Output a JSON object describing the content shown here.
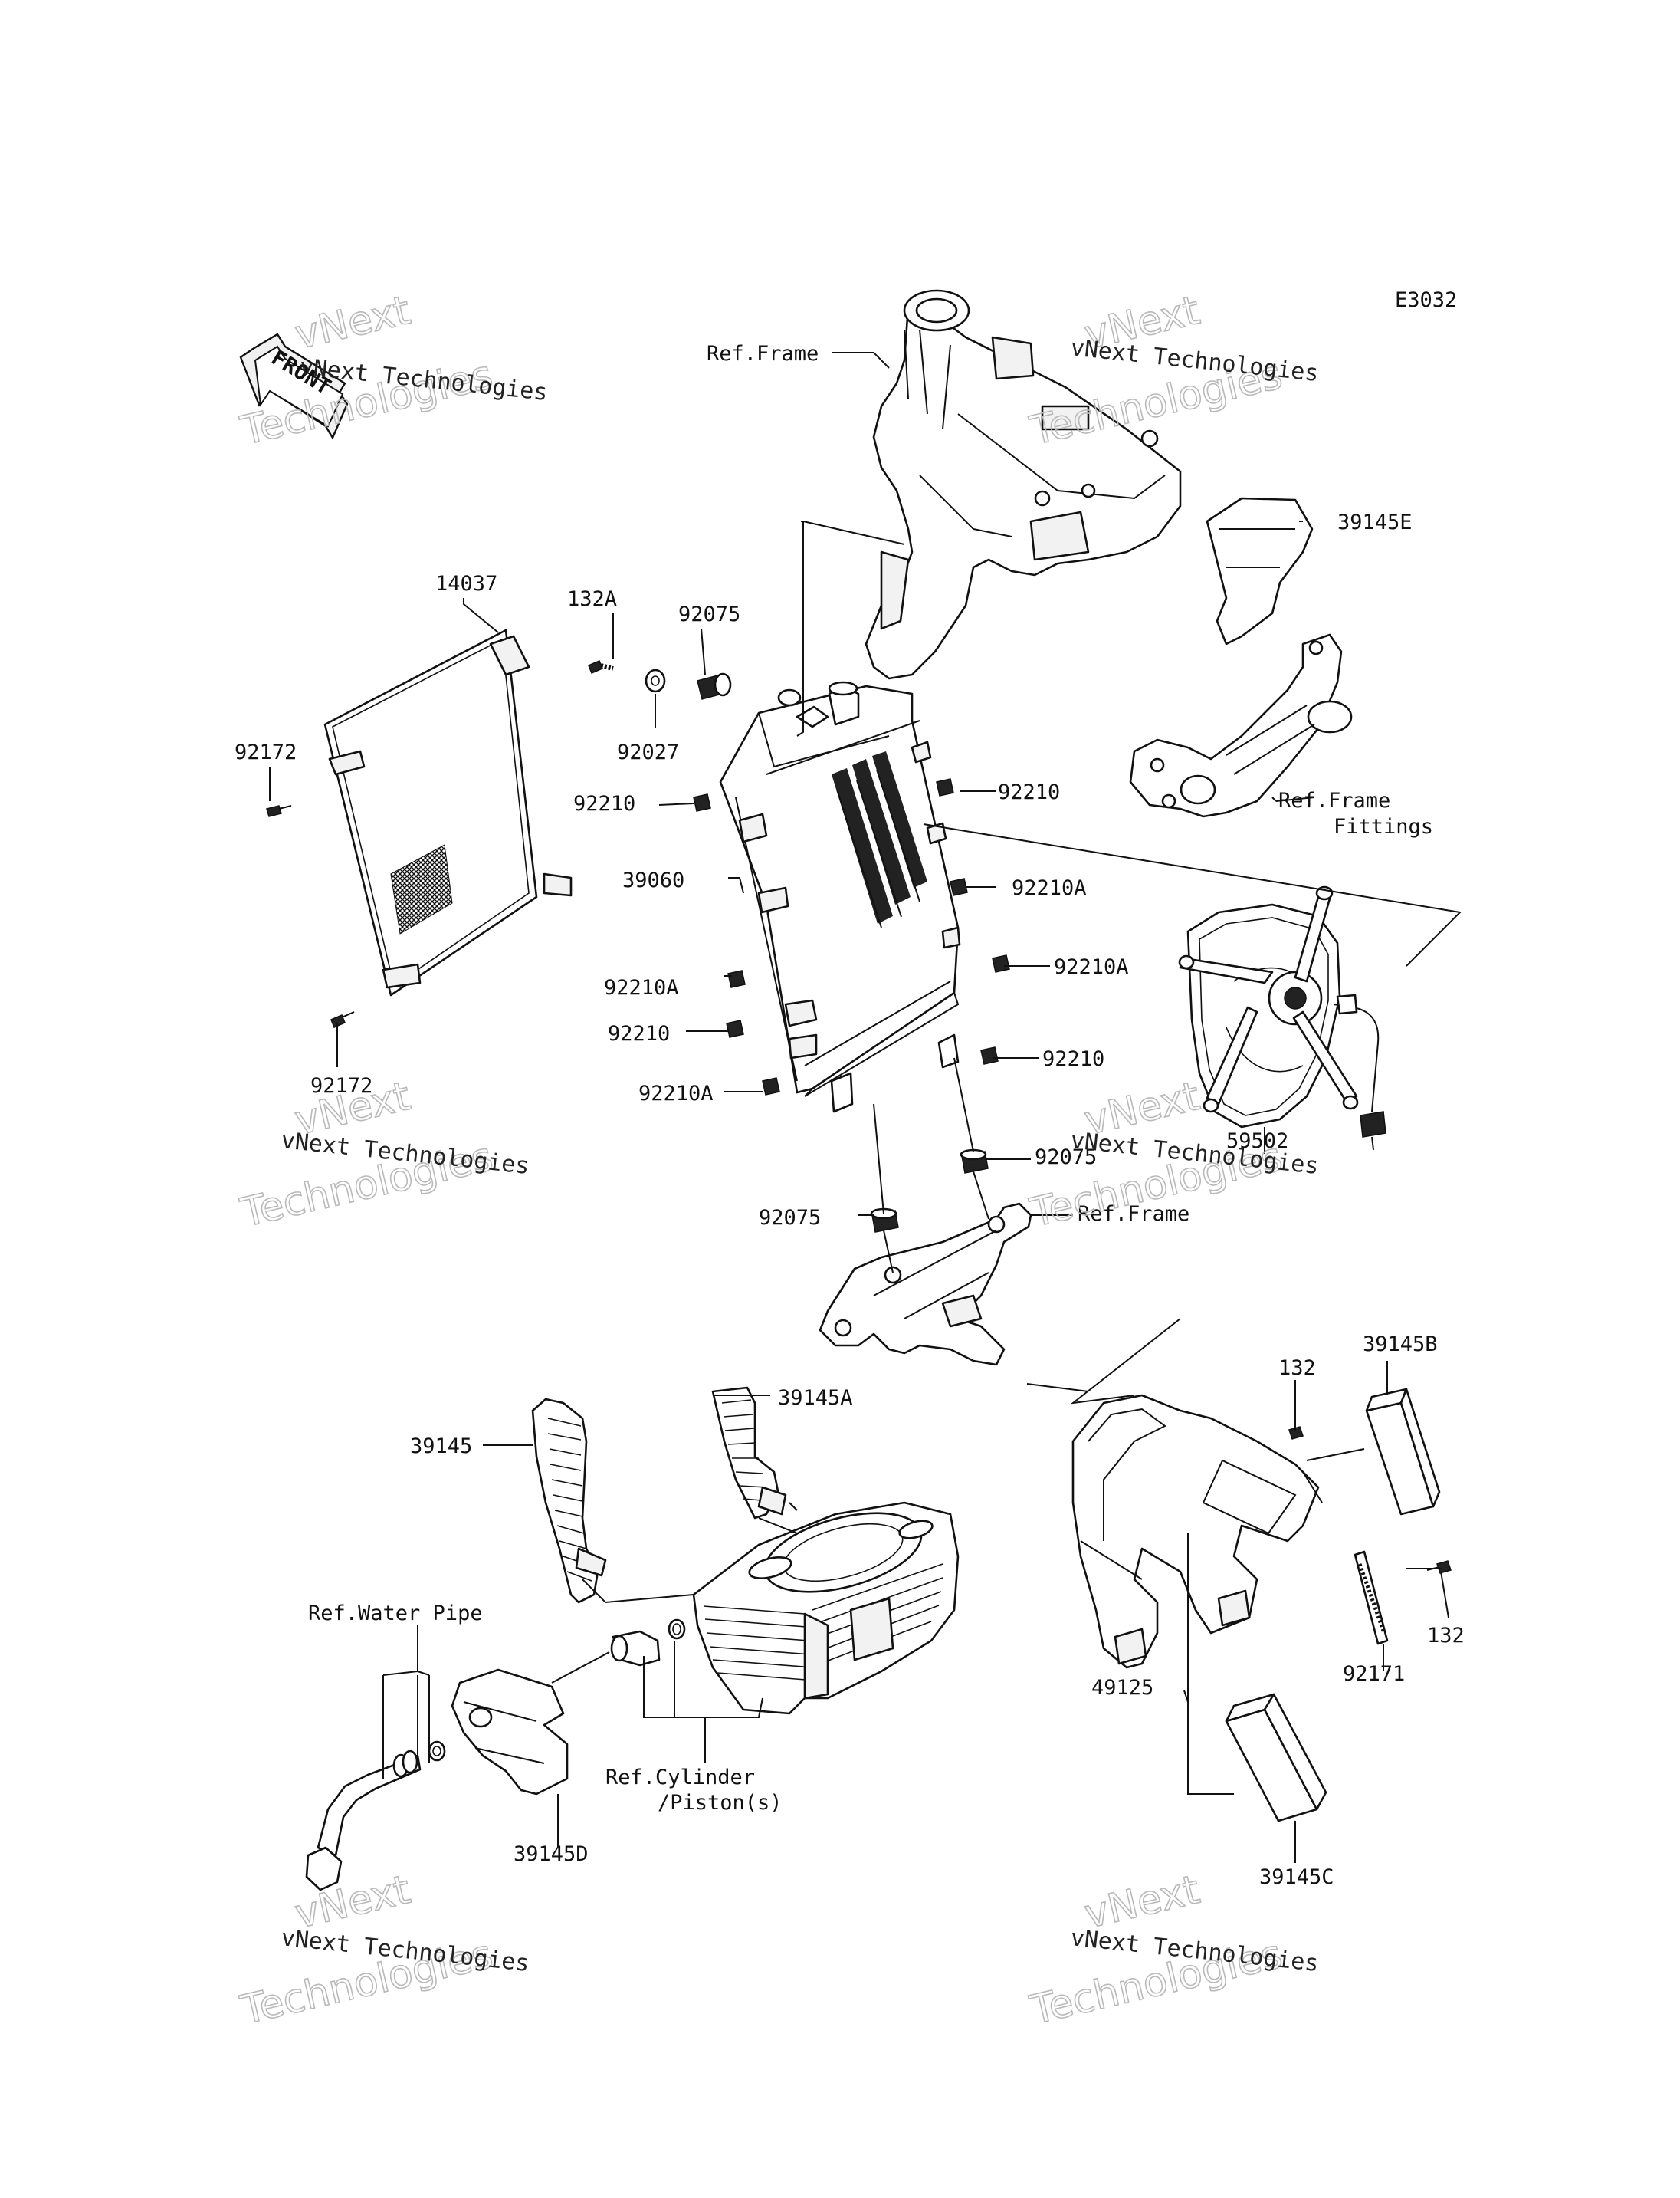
{
  "diagram_code": "E3032",
  "front_arrow": "FRONT",
  "watermark": {
    "line1": "vNext Technologies",
    "line2": "vNext",
    "line3": "Technologies"
  },
  "labels": {
    "ref_frame_top": "Ref.Frame",
    "p39145E": "39145E",
    "p14037": "14037",
    "p132A": "132A",
    "p92075_top": "92075",
    "p92027": "92027",
    "p92172_top": "92172",
    "p92210_l1": "92210",
    "p92210_r1": "92210",
    "p39060": "39060",
    "p92210A_r1": "92210A",
    "ref_frame_fittings_1": "Ref.Frame",
    "ref_frame_fittings_2": "Fittings",
    "p92210A_l1": "92210A",
    "p92210A_r2": "92210A",
    "p92210_l2": "92210",
    "p92210_r2": "92210",
    "p92172_bottom": "92172",
    "p92210A_l2": "92210A",
    "p59502": "59502",
    "p92075_right": "92075",
    "p92075_left": "92075",
    "ref_frame_mid": "Ref.Frame",
    "p132_top": "132",
    "p39145B": "39145B",
    "p39145A": "39145A",
    "p39145": "39145",
    "ref_water_pipe": "Ref.Water Pipe",
    "p132_bottom": "132",
    "p92171": "92171",
    "p49125": "49125",
    "ref_cylinder_1": "Ref.Cylinder",
    "ref_cylinder_2": "/Piston(s)",
    "p39145D": "39145D",
    "p39145C": "39145C"
  }
}
